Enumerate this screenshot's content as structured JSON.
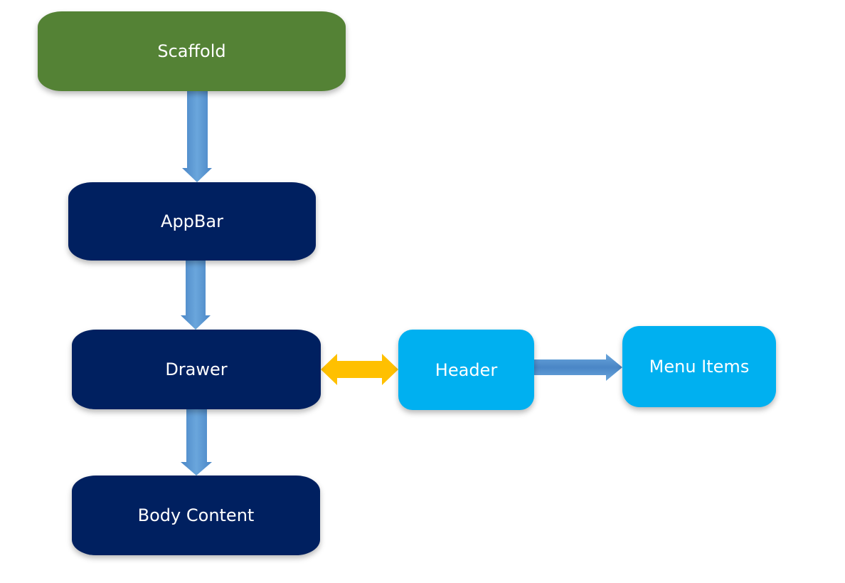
{
  "diagram": {
    "nodes": {
      "scaffold": "Scaffold",
      "appbar": "AppBar",
      "drawer": "Drawer",
      "body_content": "Body Content",
      "header": "Header",
      "menu_items": "Menu Items"
    },
    "edges": [
      {
        "from": "scaffold",
        "to": "appbar",
        "style": "single-arrow"
      },
      {
        "from": "appbar",
        "to": "drawer",
        "style": "single-arrow"
      },
      {
        "from": "drawer",
        "to": "body_content",
        "style": "single-arrow"
      },
      {
        "from": "drawer",
        "to": "header",
        "style": "double-arrow"
      },
      {
        "from": "header",
        "to": "menu_items",
        "style": "single-arrow"
      }
    ],
    "colors": {
      "root": "#548235",
      "primary": "#002060",
      "secondary": "#00b0f0",
      "arrow": "#5b9bd5",
      "bidirectional_arrow": "#ffc000"
    }
  }
}
